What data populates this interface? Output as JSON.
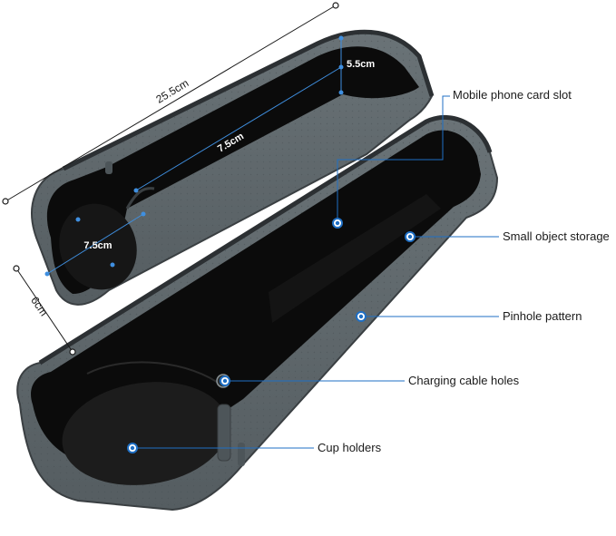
{
  "product": {
    "body_color": "#5b6468",
    "interior_color": "#0b0b0b",
    "rim_color": "#3a3f42",
    "accent_color": "#1f6fc4"
  },
  "dimensions": {
    "length": "25.5cm",
    "width": "6cm",
    "slot_depth": "5.5cm",
    "slot_length": "7.5cm",
    "cup_diameter": "7.5cm"
  },
  "callouts": {
    "phone_slot": "Mobile phone card slot",
    "small_storage": "Small object storage",
    "pinhole": "Pinhole pattern",
    "cable_holes": "Charging cable holes",
    "cup_holders": "Cup holders"
  }
}
